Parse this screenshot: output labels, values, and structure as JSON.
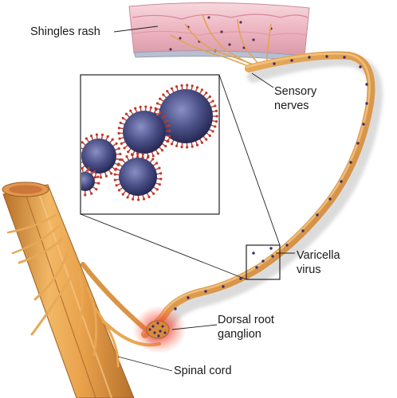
{
  "labels": {
    "shingles_rash": "Shingles rash",
    "sensory_nerves": [
      "Sensory",
      "nerves"
    ],
    "varicella_virus": [
      "Varicella",
      "virus"
    ],
    "dorsal_root_ganglion": [
      "Dorsal root",
      "ganglion"
    ],
    "spinal_cord": "Spinal cord"
  },
  "colors": {
    "skin_surface": "#f3c9cf",
    "skin_dermis": "#e9a9b6",
    "nerve": "#e7a04a",
    "nerve_dark": "#c17a2a",
    "spinal_cord": "#e8a64f",
    "virus_core": "#3c3f72",
    "virus_spike": "#c0392b",
    "ganglion_glow": "#e0332a",
    "virus_dot": "#3a2f6e"
  }
}
